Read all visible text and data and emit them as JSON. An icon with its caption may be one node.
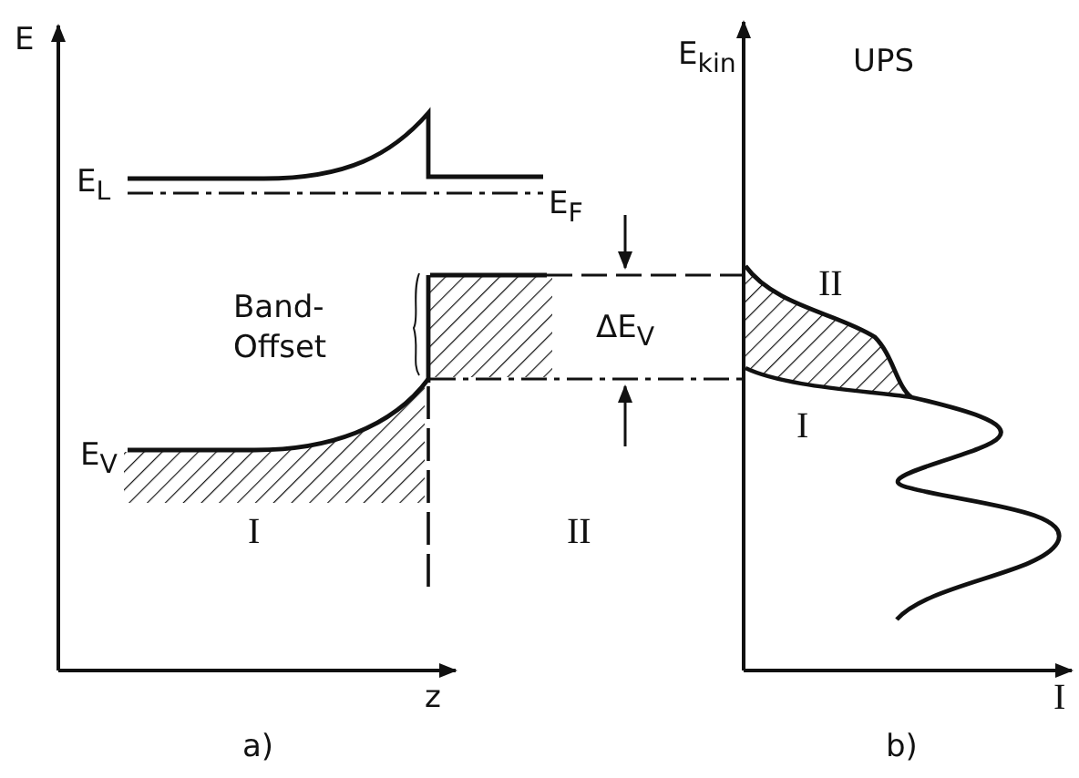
{
  "diagram": {
    "labels": [
      "E",
      "E$_{kin}$",
      "UPS",
      "E$_{L}$",
      "E$_{F}$",
      "II",
      "Band-Offset",
      "ΔE$_{V}$",
      "I",
      "E$_{V}$",
      "I",
      "II",
      "z",
      "I",
      "a)",
      "b)"
    ]
  }
}
